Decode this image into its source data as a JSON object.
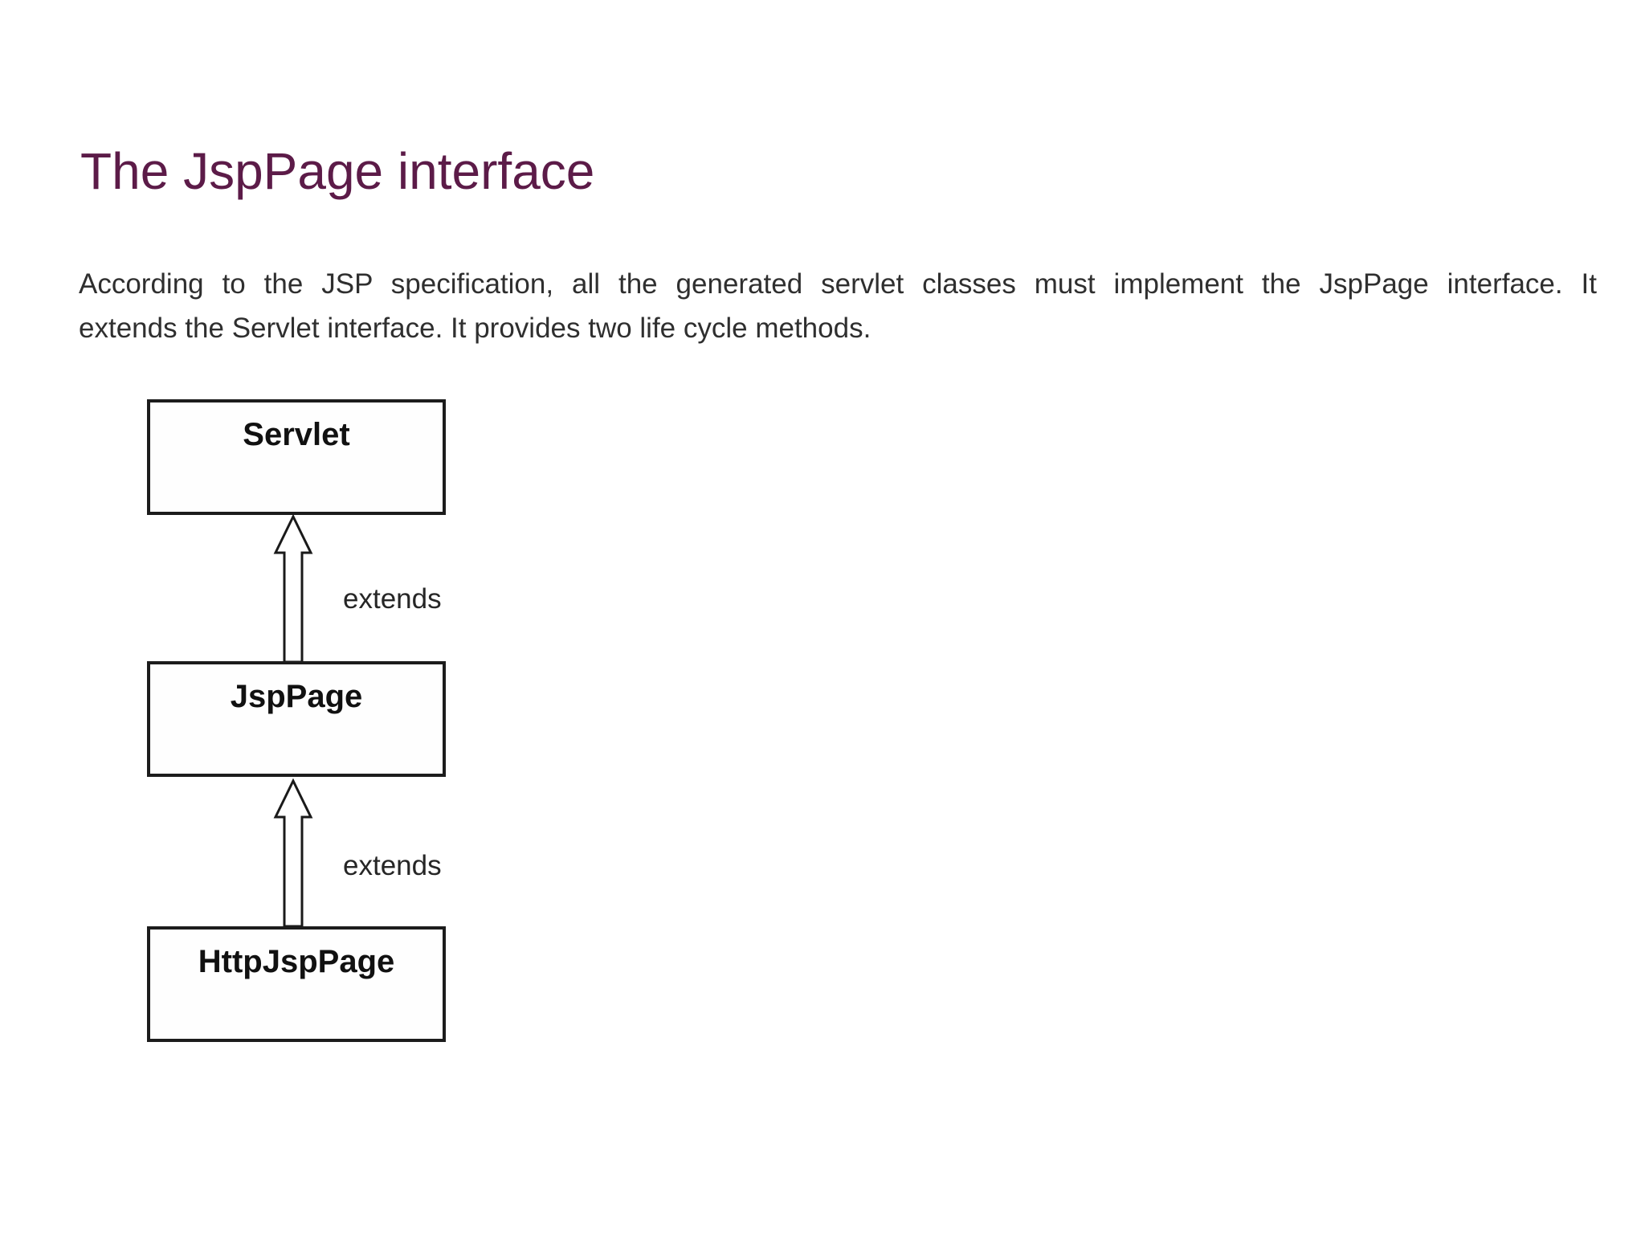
{
  "page": {
    "title": "The JspPage interface",
    "paragraph": {
      "lines": [
        "According to the JSP specification, all the generated servlet classes must implement the JspPage interface. It",
        "extends the Servlet interface. It provides two life cycle methods."
      ]
    }
  },
  "diagram": {
    "type": "class-hierarchy",
    "nodes": [
      {
        "id": "servlet",
        "label": "Servlet"
      },
      {
        "id": "jsppage",
        "label": "JspPage"
      },
      {
        "id": "httpjsppage",
        "label": "HttpJspPage"
      }
    ],
    "edges": [
      {
        "from": "JspPage",
        "to": "Servlet",
        "label": "extends"
      },
      {
        "from": "HttpJspPage",
        "to": "JspPage",
        "label": "extends"
      }
    ]
  },
  "colors": {
    "background": "#ffffff",
    "title": "#5c1b48",
    "body_text": "#2f2f2f",
    "box_border": "#1c1c1c",
    "box_fill": "#fefefe",
    "arrow_stroke": "#1a1a1a"
  }
}
